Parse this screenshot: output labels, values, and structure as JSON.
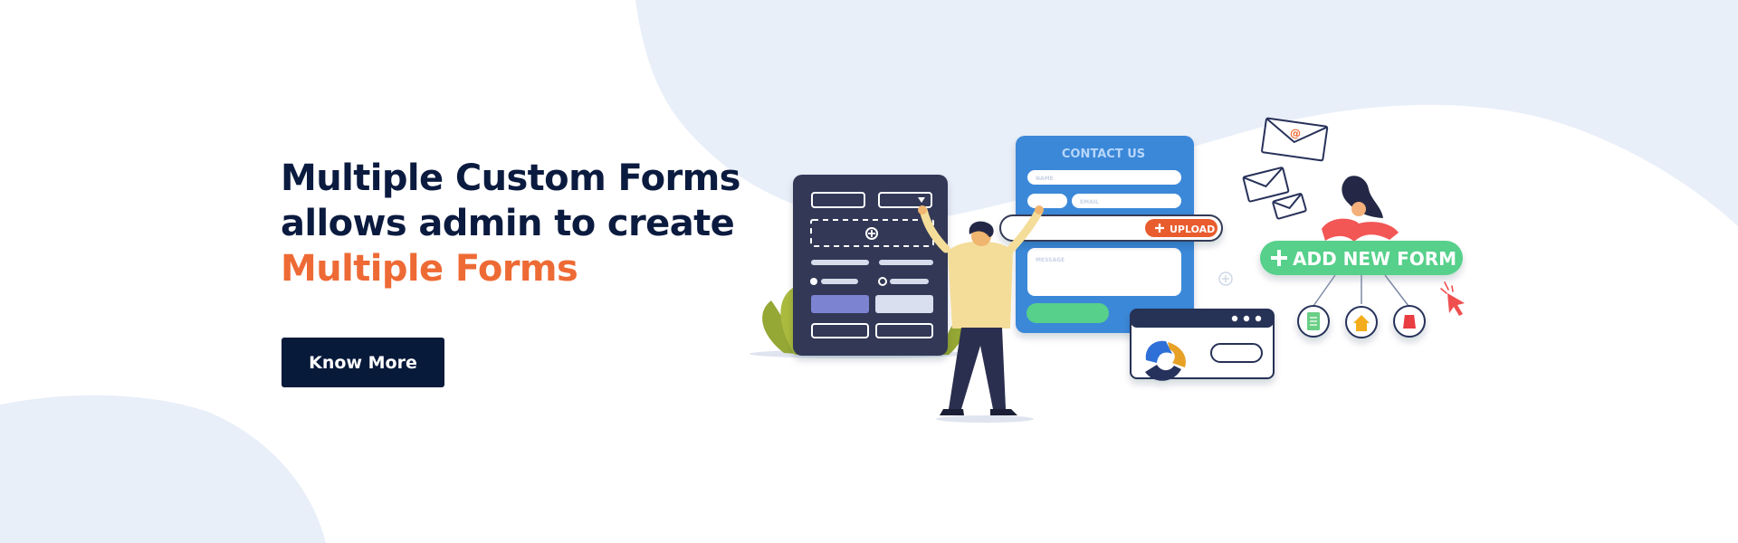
{
  "hero": {
    "headline_line1": "Multiple Custom Forms",
    "headline_line2": "allows admin to create",
    "headline_accent": "Multiple Forms",
    "cta_label": "Know More"
  },
  "illustration": {
    "contact_form": {
      "title": "CONTACT US",
      "name_placeholder": "NAME",
      "email_placeholder": "EMAIL",
      "message_placeholder": "MESSAGE"
    },
    "upload_label": "UPLOAD",
    "add_new_form_label": "ADD NEW FORM",
    "email_symbol": "@",
    "icons": [
      "document-icon",
      "home-icon",
      "bucket-icon",
      "cursor-icon",
      "plus-icon"
    ]
  },
  "colors": {
    "navy": "#071a3a",
    "orange_accent": "#ee6a35",
    "form_blue": "#3b88d8",
    "builder_panel": "#333957",
    "green_button": "#56d08a",
    "background_blob": "#e9eff9"
  }
}
